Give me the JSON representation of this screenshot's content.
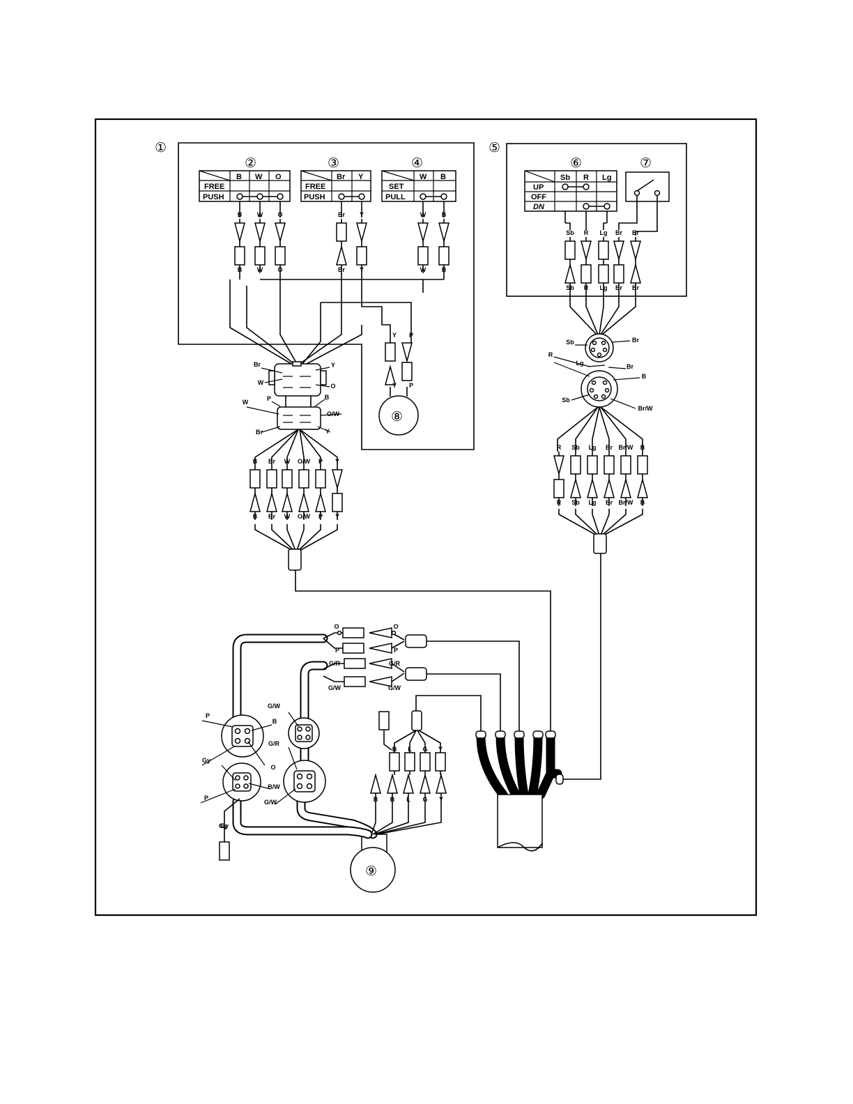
{
  "callouts": [
    "①",
    "②",
    "③",
    "④",
    "⑤",
    "⑥",
    "⑦",
    "⑧",
    "⑨"
  ],
  "switch2": {
    "columns": [
      "B",
      "W",
      "O"
    ],
    "rows": [
      "FREE",
      "PUSH"
    ]
  },
  "switch3": {
    "columns": [
      "Br",
      "Y"
    ],
    "rows": [
      "FREE",
      "PUSH"
    ]
  },
  "switch4": {
    "columns": [
      "W",
      "B"
    ],
    "rows": [
      "SET",
      "PULL"
    ]
  },
  "switch6": {
    "columns": [
      "Sb",
      "R",
      "Lg"
    ],
    "rows": [
      "UP",
      "OFF",
      "DN"
    ]
  },
  "left_harness": {
    "top_leads": [
      "B",
      "W",
      "O",
      "Br",
      "Y",
      "W",
      "B"
    ],
    "bottom_leads": [
      "B",
      "W",
      "O",
      "Br",
      "Y",
      "W"
    ],
    "plug_upper": {
      "left": [
        "Br",
        "W"
      ],
      "right": [
        "Y",
        "O"
      ]
    },
    "plug_mid": {
      "left": [
        "P",
        "W",
        "Br"
      ],
      "right": [
        "B",
        "O/W",
        "Y"
      ]
    },
    "lower_top": [
      "B",
      "Br",
      "W",
      "O/W",
      "P",
      "Y"
    ],
    "lower_bottom": [
      "B",
      "Br",
      "W",
      "O/W",
      "P",
      "Y"
    ],
    "buzzer_leads": [
      "Y",
      "P",
      "Y",
      "P"
    ]
  },
  "right_harness": {
    "top_leads": [
      "Sb",
      "R",
      "Lg",
      "Br",
      "Br"
    ],
    "bottom_leads": [
      "Sb",
      "R",
      "Lg",
      "Br",
      "Br"
    ],
    "plug_upper": {
      "left": [
        "Sb",
        "R",
        "Lg"
      ],
      "right": [
        "Br",
        "Br"
      ]
    },
    "plug_lower": {
      "left": [
        "Sb"
      ],
      "right": [
        "B",
        "Br/W"
      ]
    },
    "lower_top": [
      "R",
      "Sb",
      "Lg",
      "Br",
      "Br/W",
      "B"
    ],
    "lower_bottom": [
      "R",
      "Sb",
      "Lg",
      "Br",
      "Br/W",
      "B"
    ]
  },
  "engine": {
    "upper_pair": {
      "left": [
        "O",
        "P"
      ],
      "right": [
        "O",
        "P"
      ]
    },
    "lower_pair": {
      "left": [
        "G/R",
        "G/W"
      ],
      "right": [
        "G/R",
        "G/W"
      ]
    },
    "conn_a": {
      "labels": [
        "P",
        "B",
        "Gy",
        "O"
      ]
    },
    "conn_b": {
      "labels": [
        "G/W",
        "G/R"
      ]
    },
    "conn_c": {
      "labels": [
        "P",
        "B/W",
        "Gy"
      ]
    },
    "conn_d": {
      "labels": [
        "G/W"
      ]
    },
    "gy_lead": "Gy",
    "row_top": [
      "B",
      "L",
      "G",
      "Y"
    ],
    "row_bottom": [
      "B",
      "B",
      "L",
      "G",
      "Y"
    ]
  }
}
